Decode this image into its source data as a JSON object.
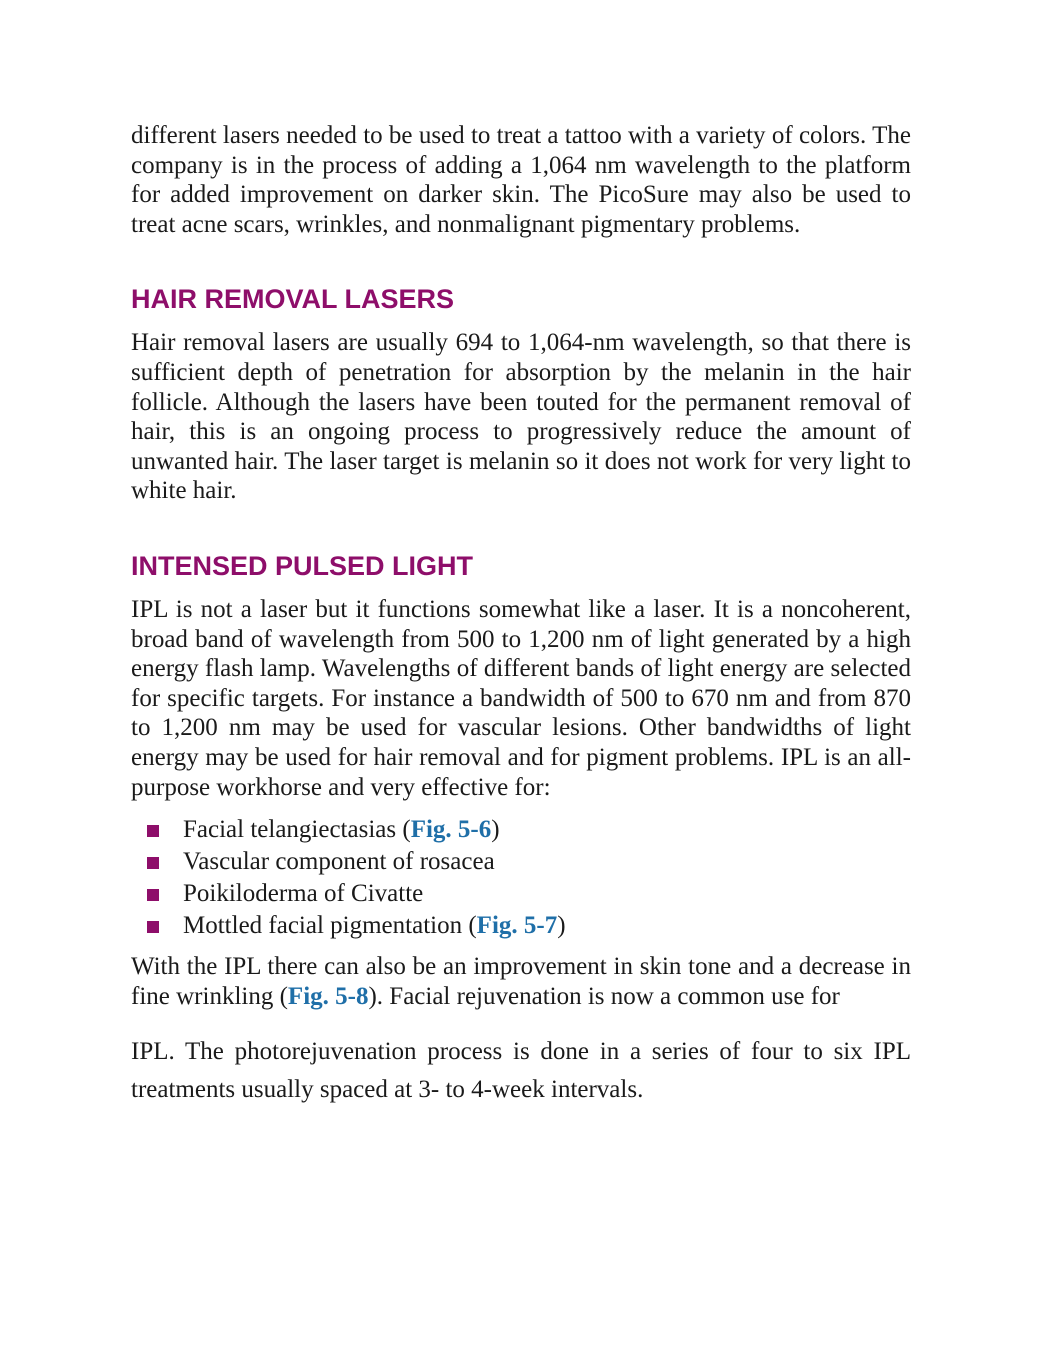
{
  "intro_paragraph": "different lasers needed to be used to treat a tattoo with a variety of colors. The company is in the process of adding a 1,064 nm wavelength to the platform for added improvement on darker skin. The PicoSure may also be used to treat acne scars, wrinkles, and nonmalignant pigmentary problems.",
  "hair_removal": {
    "heading": "HAIR REMOVAL LASERS",
    "paragraph": "Hair removal lasers are usually 694 to 1,064-nm wavelength, so that there is sufficient depth of penetration for absorption by the melanin in the hair follicle. Although the lasers have been touted for the permanent removal of hair, this is an ongoing process to progressively reduce the amount of unwanted hair. The laser target is melanin so it does not work for very light to white hair."
  },
  "ipl": {
    "heading": "INTENSED PULSED LIGHT",
    "paragraph": "IPL is not a laser but it functions somewhat like a laser. It is a noncoherent, broad band of wavelength from 500 to 1,200 nm of light generated by a high energy flash lamp. Wavelengths of different bands of light energy are selected for specific targets. For instance a bandwidth of 500 to 670 nm and from 870 to 1,200 nm may be used for vascular lesions. Other bandwidths of light energy may be used for hair removal and for pigment problems. IPL is an all-purpose workhorse and very effective for:",
    "bullets": [
      {
        "text": "Facial telangiectasias (",
        "ref": "Fig. 5-6",
        "suffix": ")"
      },
      {
        "text": "Vascular component of rosacea"
      },
      {
        "text": "Poikiloderma of Civatte"
      },
      {
        "text": "Mottled facial pigmentation (",
        "ref": "Fig. 5-7",
        "suffix": ")"
      }
    ],
    "after_text_1": "With the IPL there can also be an improvement in skin tone and a decrease in fine wrinkling (",
    "after_ref": "Fig. 5-8",
    "after_text_2": "). Facial rejuvenation is now a common use for",
    "continuation": "IPL. The photorejuvenation process is done in a series of four to six IPL treatments usually spaced at 3- to 4-week intervals."
  },
  "colors": {
    "heading": "#8e0e6a",
    "bullet": "#8e0e6a",
    "link": "#1f6fa8",
    "body_text": "#1a1a1a"
  }
}
